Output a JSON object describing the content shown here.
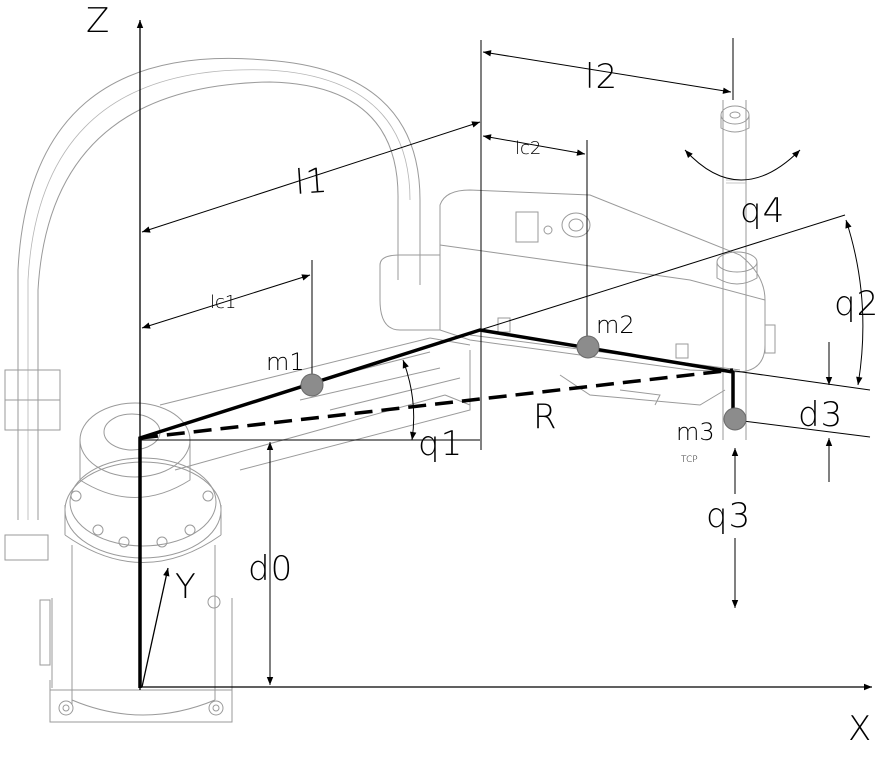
{
  "axes": {
    "z": "Z",
    "x": "X",
    "y": "Y"
  },
  "lengths": {
    "l1": "l1",
    "l2": "l2",
    "lc1": "lc1",
    "lc2": "lc2",
    "d0": "d0",
    "d3": "d3",
    "r": "R"
  },
  "joints": {
    "q1": "q1",
    "q2": "q2",
    "q3": "q3",
    "q4": "q4"
  },
  "masses": {
    "m1": "m1",
    "m2": "m2",
    "m3": "m3"
  },
  "tcp": "TCP"
}
